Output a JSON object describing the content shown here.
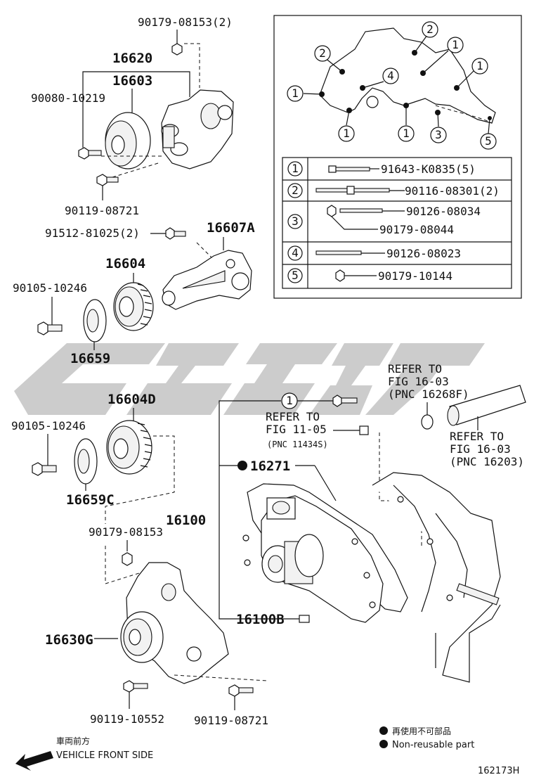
{
  "callouts": {
    "c1": "90179-08153(2)",
    "c2": "16620",
    "c3": "16603",
    "c4": "90080-10219",
    "c5": "90119-08721",
    "c6": "91512-81025(2)",
    "c7": "16607A",
    "c8": "16604",
    "c9": "90105-10246",
    "c10": "16659",
    "c11": "16604D",
    "c12": "90105-10246",
    "c13": "16659C",
    "c14": "90179-08153",
    "c15": "16100",
    "c16": "16271",
    "c17": "16100B",
    "c18": "16630G",
    "c19": "90119-10552",
    "c20": "90119-08721"
  },
  "refs": {
    "r1_line1": "REFER TO",
    "r1_line2": "FIG 16-03",
    "r1_line3": "(PNC 16268F)",
    "r2_line1": "REFER TO",
    "r2_line2": "FIG 11-05",
    "r2_line3": "(PNC 11434S)",
    "r3_line1": "REFER TO",
    "r3_line2": "FIG 16-03",
    "r3_line3": "(PNC 16203)"
  },
  "inset": {
    "markers": [
      "1",
      "2",
      "3",
      "4",
      "5"
    ],
    "table": [
      {
        "key": "1",
        "part": "91643-K0835(5)"
      },
      {
        "key": "2",
        "part": "90116-08301(2)"
      },
      {
        "key": "3",
        "part": "90126-08034",
        "part2": "90179-08044"
      },
      {
        "key": "4",
        "part": "90126-08023"
      },
      {
        "key": "5",
        "part": "90179-10144"
      }
    ]
  },
  "legend": {
    "jp": "再使用不可部品",
    "en": "Non-reusable part"
  },
  "direction": {
    "jp": "車両前方",
    "en": "VEHICLE FRONT SIDE"
  },
  "diagram_id": "162173H",
  "circle_one": "1"
}
